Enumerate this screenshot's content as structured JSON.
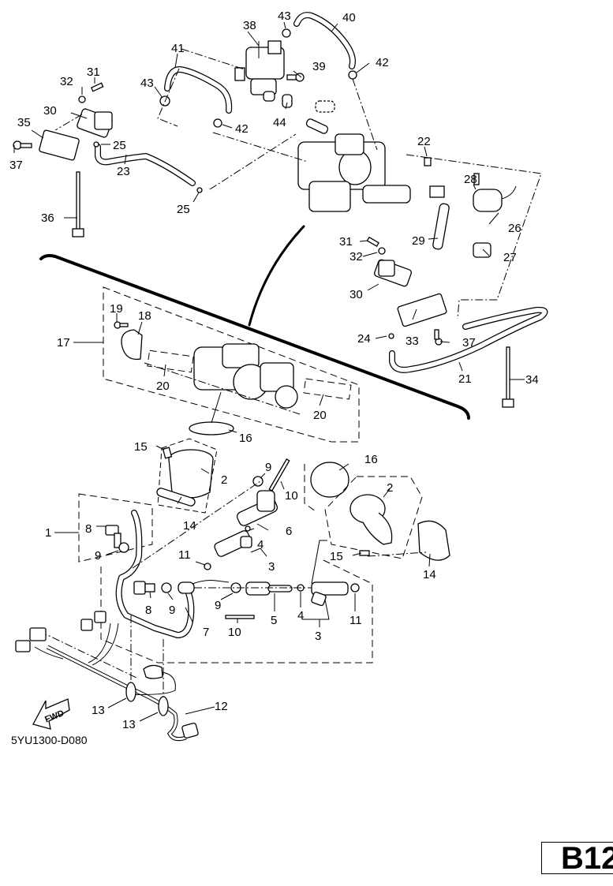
{
  "diagram": {
    "title": "Throttle body / fuel injection exploded parts diagram",
    "figure_code": "5YU1300-D080",
    "page_badge": "B12",
    "fwd_arrow_label": "FWD",
    "callouts": {
      "c1": "1",
      "c2a": "2",
      "c2b": "2",
      "c3a": "3",
      "c3b": "3",
      "c4a": "4",
      "c4b": "4",
      "c5": "5",
      "c6": "6",
      "c7": "7",
      "c8a": "8",
      "c8b": "8",
      "c9a": "9",
      "c9b": "9",
      "c9c": "9",
      "c9d": "9",
      "c10a": "10",
      "c10b": "10",
      "c11a": "11",
      "c11b": "11",
      "c12": "12",
      "c13a": "13",
      "c13b": "13",
      "c14a": "14",
      "c14b": "14",
      "c15a": "15",
      "c15b": "15",
      "c16a": "16",
      "c16b": "16",
      "c17": "17",
      "c18": "18",
      "c19": "19",
      "c20a": "20",
      "c20b": "20",
      "c21": "21",
      "c22": "22",
      "c23": "23",
      "c24": "24",
      "c25a": "25",
      "c25b": "25",
      "c26": "26",
      "c27": "27",
      "c28": "28",
      "c29": "29",
      "c30a": "30",
      "c30b": "30",
      "c31a": "31",
      "c31b": "31",
      "c32a": "32",
      "c32b": "32",
      "c33": "33",
      "c34": "34",
      "c35": "35",
      "c36": "36",
      "c37a": "37",
      "c37b": "37",
      "c38": "38",
      "c39": "39",
      "c40": "40",
      "c41": "41",
      "c42a": "42",
      "c42b": "42",
      "c43a": "43",
      "c43b": "43",
      "c44": "44"
    }
  }
}
